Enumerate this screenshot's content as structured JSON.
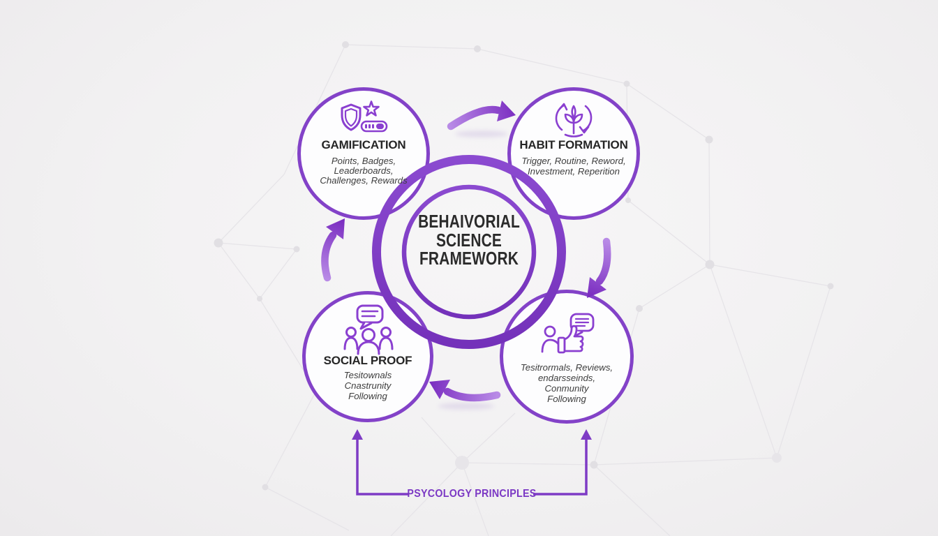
{
  "title_emblem": {
    "lines": [
      "BEHAIVORIAL",
      "SCIENCE",
      "FRAMEWORK"
    ]
  },
  "nodes": {
    "gamification": {
      "title": "GAMIFICATION",
      "details": [
        "Points, Badges,",
        "Leaderboards,",
        "Challenges, Rewards"
      ],
      "icon": "shield-star-progress-icon"
    },
    "habit_formation": {
      "title": "HABIT FORMATION",
      "details": [
        "Trigger, Routine, Reword,",
        "Investment, Reperition"
      ],
      "icon": "growth-cycle-icon"
    },
    "social_proof": {
      "title": "SOCIAL PROOF",
      "details": [
        "Tesitownals",
        "Cnastrunity",
        "Following"
      ],
      "icon": "people-discussion-icon"
    },
    "testimonials": {
      "title": "",
      "details": [
        "Tesitrormals, Reviews,",
        "endarsseinds,",
        "Conmunity",
        "Following"
      ],
      "icon": "thumbs-up-review-icon"
    }
  },
  "footer": {
    "label": "PSYCOLOGY PRINCIPLES"
  },
  "colors": {
    "accent_purple": "#7e3cc6",
    "arrow_light": "#b88ae6",
    "arrow_dark": "#7a2cc0",
    "title_text": "#2b2b2b",
    "detail_text": "#3d3d3d",
    "background": "#f2f1f2"
  }
}
